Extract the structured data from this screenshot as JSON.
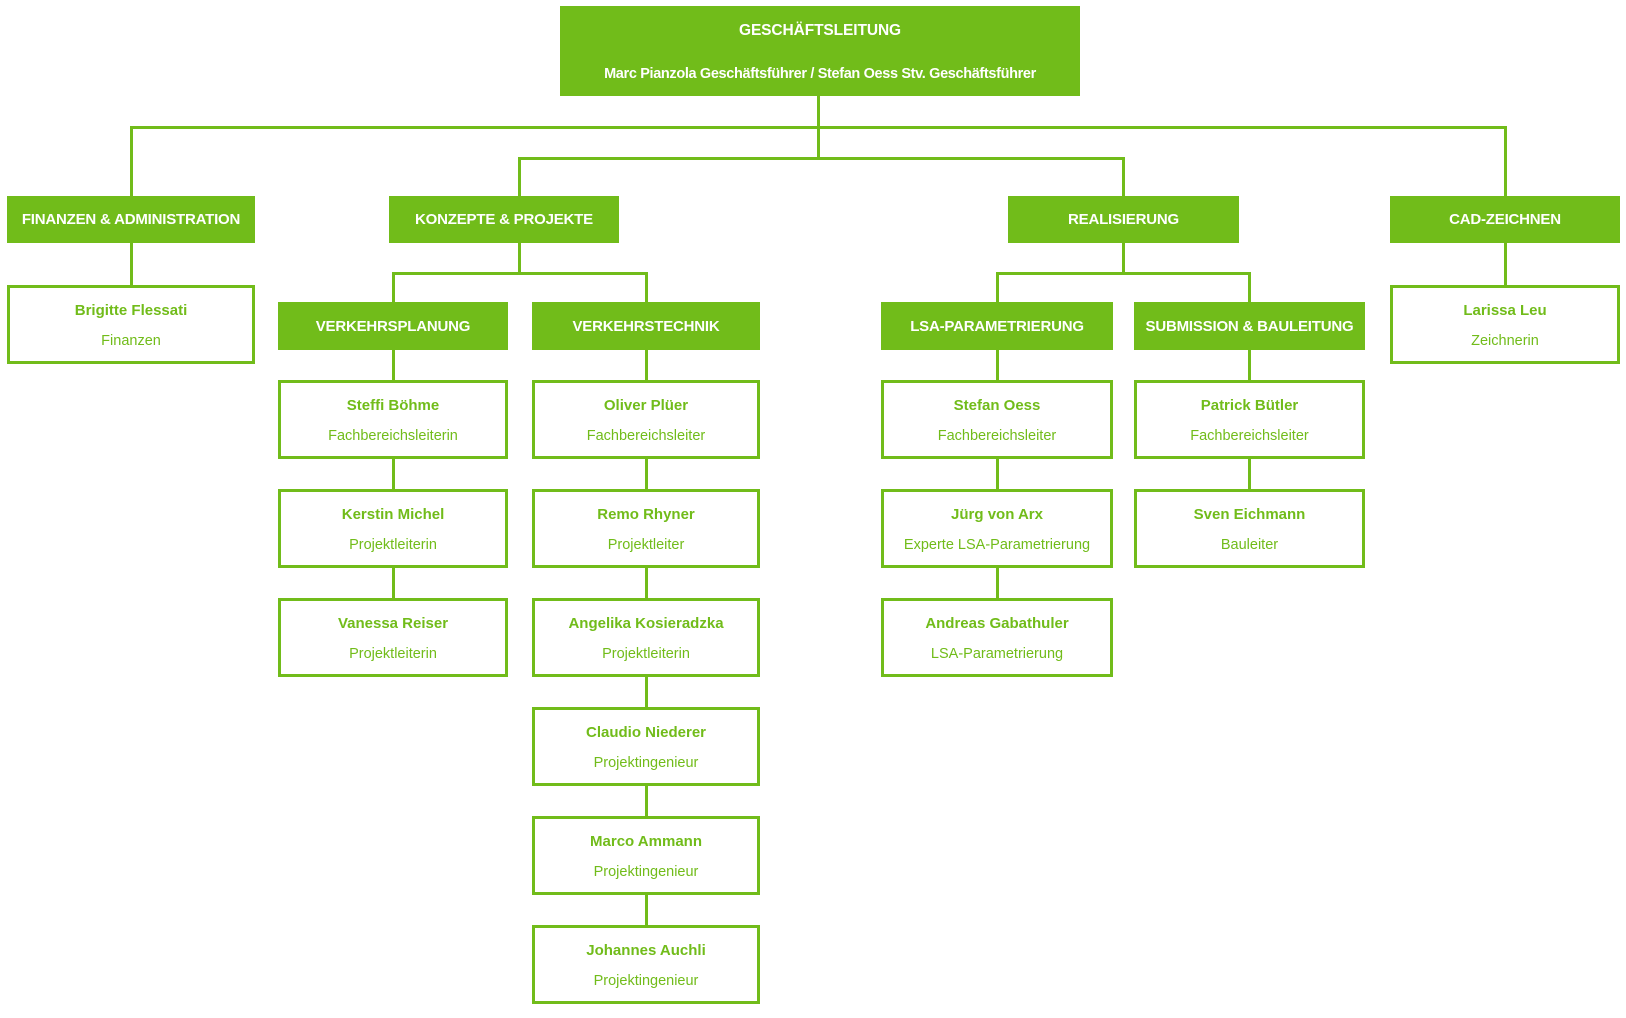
{
  "chart": {
    "type": "org-chart",
    "colors": {
      "accent": "#71bc1a",
      "header_text": "#ffffff",
      "background": "#ffffff"
    },
    "root": {
      "label": "GESCHÄFTSLEITUNG",
      "sub": "Marc Pianzola Geschäftsführer / Stefan Oess Stv. Geschäftsführer"
    },
    "finanzen": {
      "label": "FINANZEN & ADMINISTRATION",
      "members": [
        {
          "name": "Brigitte Flessati",
          "role": "Finanzen"
        }
      ]
    },
    "konzepte": {
      "label": "KONZEPTE & PROJEKTE",
      "verkehrsplanung": {
        "label": "VERKEHRSPLANUNG",
        "members": [
          {
            "name": "Steffi Böhme",
            "role": "Fachbereichsleiterin"
          },
          {
            "name": "Kerstin Michel",
            "role": "Projektleiterin"
          },
          {
            "name": "Vanessa Reiser",
            "role": "Projektleiterin"
          }
        ]
      },
      "verkehrstechnik": {
        "label": "VERKEHRSTECHNIK",
        "members": [
          {
            "name": "Oliver Plüer",
            "role": "Fachbereichsleiter"
          },
          {
            "name": "Remo Rhyner",
            "role": "Projektleiter"
          },
          {
            "name": "Angelika Kosieradzka",
            "role": "Projektleiterin"
          },
          {
            "name": "Claudio Niederer",
            "role": "Projektingenieur"
          },
          {
            "name": "Marco Ammann",
            "role": "Projektingenieur"
          },
          {
            "name": "Johannes Auchli",
            "role": "Projektingenieur"
          }
        ]
      }
    },
    "realisierung": {
      "label": "REALISIERUNG",
      "lsa_parametrierung": {
        "label": "LSA-PARAMETRIERUNG",
        "members": [
          {
            "name": "Stefan Oess",
            "role": "Fachbereichsleiter"
          },
          {
            "name": "Jürg von Arx",
            "role": "Experte LSA-Parametrierung"
          },
          {
            "name": "Andreas Gabathuler",
            "role": "LSA-Parametrierung"
          }
        ]
      },
      "submission_bauleitung": {
        "label": "SUBMISSION & BAULEITUNG",
        "members": [
          {
            "name": "Patrick Bütler",
            "role": "Fachbereichsleiter"
          },
          {
            "name": "Sven Eichmann",
            "role": "Bauleiter"
          }
        ]
      }
    },
    "cad_zeichnen": {
      "label": "CAD-ZEICHNEN",
      "members": [
        {
          "name": "Larissa Leu",
          "role": "Zeichnerin"
        }
      ]
    }
  }
}
